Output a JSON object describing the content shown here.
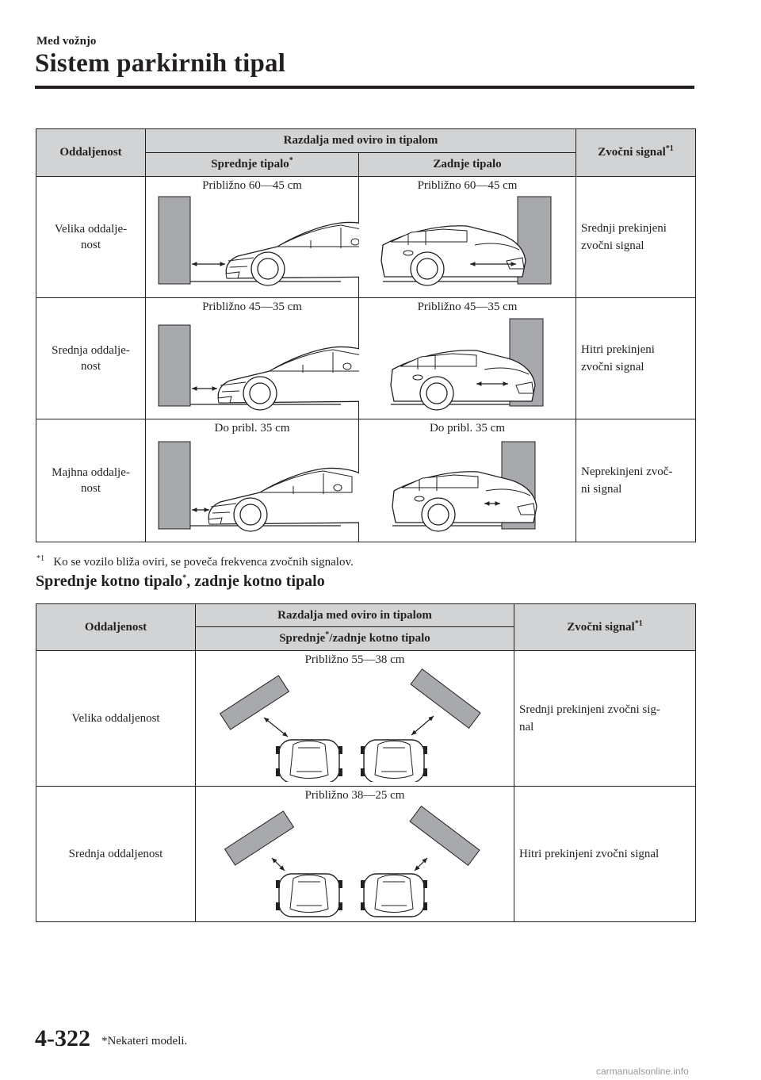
{
  "header": {
    "section": "Med vožnjo",
    "title": "Sistem parkirnih tipal"
  },
  "table1": {
    "col_distance": "Oddaljenost",
    "col_range": "Razdalja med oviro in tipalom",
    "col_front": "Sprednje tipalo",
    "col_rear": "Zadnje tipalo",
    "col_signal": "Zvočni signal",
    "front_mark": "*",
    "signal_mark": "*1",
    "rows": [
      {
        "distance": "Velika oddalje-\nnost",
        "front": "Približno 60―45 cm",
        "rear": "Približno 60―45 cm",
        "signal": "Srednji prekinjeni\nzvočni signal"
      },
      {
        "distance": "Srednja oddalje-\nnost",
        "front": "Približno 45―35 cm",
        "rear": "Približno 45―35 cm",
        "signal": "Hitri prekinjeni\nzvočni signal"
      },
      {
        "distance": "Majhna oddalje-\nnost",
        "front": "Do pribl. 35 cm",
        "rear": "Do pribl. 35 cm",
        "signal": "Neprekinjeni zvoč-\nni signal"
      }
    ]
  },
  "footnote": {
    "mark": "*1",
    "text": "Ko se vozilo bliža oviri, se poveča frekvenca zvočnih signalov."
  },
  "section2": {
    "heading_a": "Sprednje kotno tipalo",
    "heading_mark": "*",
    "heading_b": ", zadnje kotno tipalo"
  },
  "table2": {
    "col_distance": "Oddaljenost",
    "col_range": "Razdalja med oviro in tipalom",
    "col_sensor_a": "Sprednje",
    "col_sensor_mark": "*",
    "col_sensor_b": "/zadnje kotno tipalo",
    "col_signal": "Zvočni signal",
    "signal_mark": "*1",
    "rows": [
      {
        "distance": "Velika oddaljenost",
        "range": "Približno 55―38 cm",
        "signal": "Srednji prekinjeni zvočni sig-\nnal"
      },
      {
        "distance": "Srednja oddaljenost",
        "range": "Približno 38―25 cm",
        "signal": "Hitri prekinjeni zvočni signal"
      }
    ]
  },
  "footer": {
    "page_number": "4-322",
    "note": "*Nekateri modeli.",
    "watermark": "carmanualsonline.info"
  }
}
